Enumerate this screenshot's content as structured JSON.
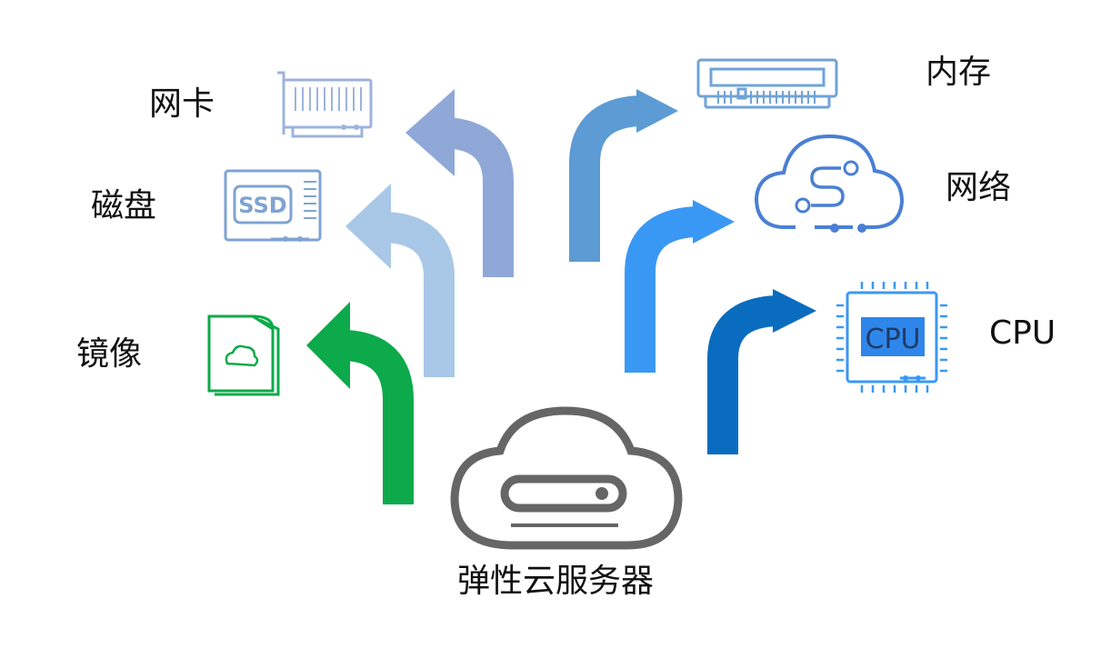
{
  "center": {
    "label": "弹性云服务器",
    "icon": "cloud-server-icon"
  },
  "components": [
    {
      "key": "nic",
      "label": "网卡",
      "icon": "network-card-icon",
      "color": "#8FA8D8"
    },
    {
      "key": "disk",
      "label": "磁盘",
      "icon": "ssd-icon",
      "color": "#A9C7E7",
      "icon_text": "SSD"
    },
    {
      "key": "image",
      "label": "镜像",
      "icon": "image-file-icon",
      "color": "#0CAA4A"
    },
    {
      "key": "memory",
      "label": "内存",
      "icon": "memory-module-icon",
      "color": "#5C9BD4"
    },
    {
      "key": "network",
      "label": "网络",
      "icon": "network-cloud-icon",
      "color": "#3A98F5"
    },
    {
      "key": "cpu",
      "label": "CPU",
      "icon": "cpu-chip-icon",
      "color": "#0A6CBF",
      "icon_text": "CPU"
    }
  ]
}
